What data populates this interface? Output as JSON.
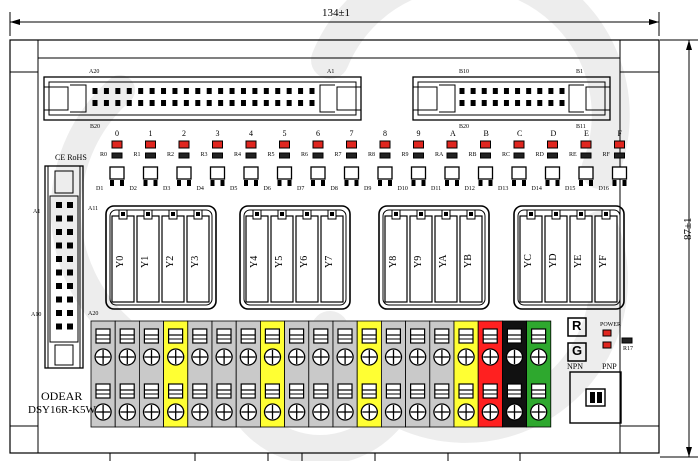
{
  "dimensions": {
    "width": "134±1",
    "height": "87±1"
  },
  "connectors": {
    "left": {
      "top_left": "A20",
      "top_right": "A1",
      "bottom_left": "B20"
    },
    "right": {
      "top_left": "B10",
      "top_right": "B1",
      "bottom_left": "B20",
      "bottom_right": "B11"
    }
  },
  "side_connector": {
    "top": "A1",
    "mid": "A11",
    "bottom": "A10",
    "end": "A20"
  },
  "certifications": "CE RoHS",
  "channels": [
    "0",
    "1",
    "2",
    "3",
    "4",
    "5",
    "6",
    "7",
    "8",
    "9",
    "A",
    "B",
    "C",
    "D",
    "E",
    "F"
  ],
  "resistors": [
    "R0",
    "R1",
    "R2",
    "R3",
    "R4",
    "R5",
    "R6",
    "R7",
    "R8",
    "R9",
    "RA",
    "RB",
    "RC",
    "RD",
    "RE",
    "RF"
  ],
  "diodes": [
    "D1",
    "D2",
    "D3",
    "D4",
    "D5",
    "D6",
    "D7",
    "D8",
    "D9",
    "D10",
    "D11",
    "D12",
    "D13",
    "D14",
    "D15",
    "D16"
  ],
  "relays": [
    "Y0",
    "Y1",
    "Y2",
    "Y3",
    "Y4",
    "Y5",
    "Y6",
    "Y7",
    "Y8",
    "Y9",
    "YA",
    "YB",
    "YC",
    "YD",
    "YE",
    "YF"
  ],
  "terminal_colors": [
    "#c9c9c9",
    "#c9c9c9",
    "#c9c9c9",
    "#ffff33",
    "#c9c9c9",
    "#c9c9c9",
    "#c9c9c9",
    "#ffff33",
    "#c9c9c9",
    "#c9c9c9",
    "#c9c9c9",
    "#ffff33",
    "#c9c9c9",
    "#c9c9c9",
    "#c9c9c9",
    "#ffff33",
    "#ff2020",
    "#111111",
    "#2ea82e"
  ],
  "power": {
    "label": "POWER",
    "r17": "R17",
    "r_key": "R",
    "g_key": "G"
  },
  "switch": {
    "npn": "NPN",
    "pnp": "PNP"
  },
  "brand": "ODEAR",
  "model": "DSY16R-K5W",
  "watermark_color": "#ededed"
}
